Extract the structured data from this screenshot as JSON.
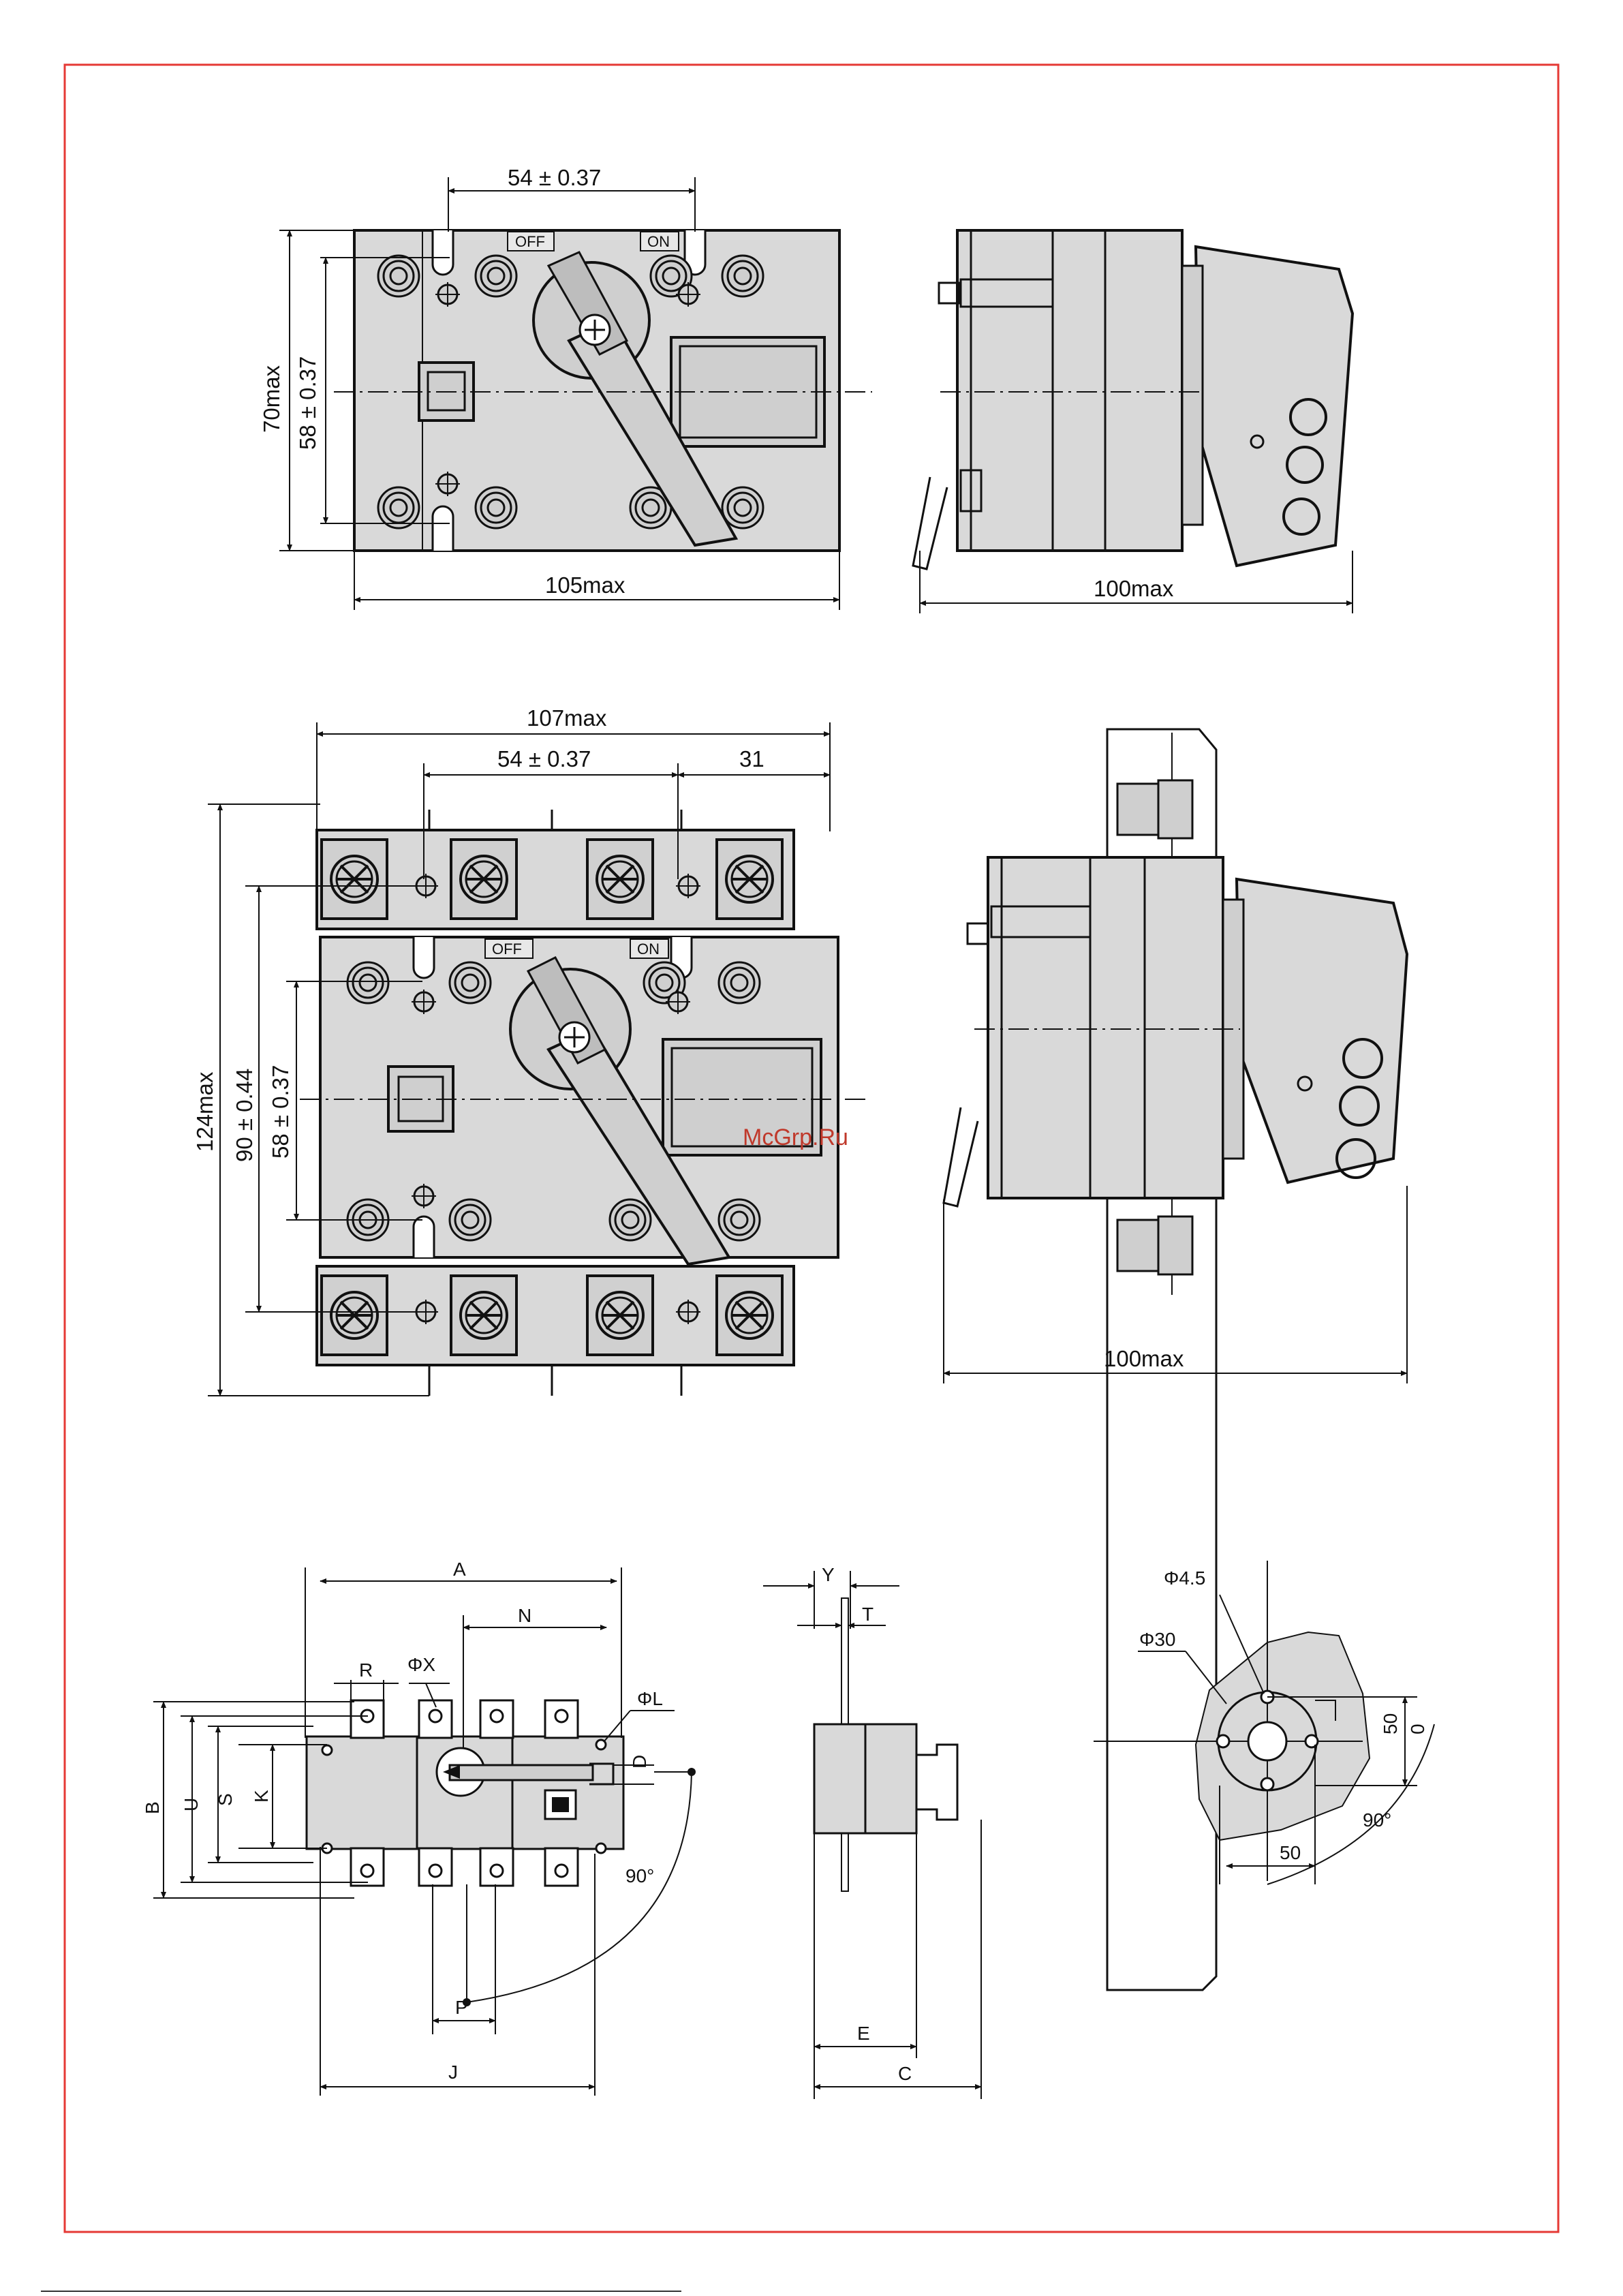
{
  "colors": {
    "frame": "#e53935",
    "body": "#d9d9d9",
    "line": "#111111",
    "watermark": "#c0392b"
  },
  "view1": {
    "top_dim": "54 ± 0.37",
    "left_outer_dim": "70max",
    "left_inner_dim": "58 ± 0.37",
    "bottom_dim": "105max",
    "off_label": "OFF",
    "on_label": "ON"
  },
  "view2": {
    "bottom_dim": "100max"
  },
  "view3": {
    "top_overall_dim": "107max",
    "top_pitch_dim": "54 ± 0.37",
    "top_right_dim": "31",
    "left_outer_dim": "124max",
    "left_mid_dim": "90 ± 0.44",
    "left_inner_dim": "58 ± 0.37",
    "off_label": "OFF",
    "on_label": "ON"
  },
  "view4": {
    "bottom_dim": "100max"
  },
  "watermark": "McGrp.Ru",
  "view5": {
    "A": "A",
    "N": "N",
    "R": "R",
    "X": "ΦX",
    "L": "ΦL",
    "D": "D",
    "B": "B",
    "U": "U",
    "S": "S",
    "K": "K",
    "P": "P",
    "J": "J",
    "angle": "90°"
  },
  "view6": {
    "Y": "Y",
    "T": "T",
    "E": "E",
    "C": "C"
  },
  "view7": {
    "hole": "Φ4.5",
    "boss": "Φ30",
    "v50": "50",
    "v0": "0",
    "h50": "50",
    "angle": "90°"
  }
}
